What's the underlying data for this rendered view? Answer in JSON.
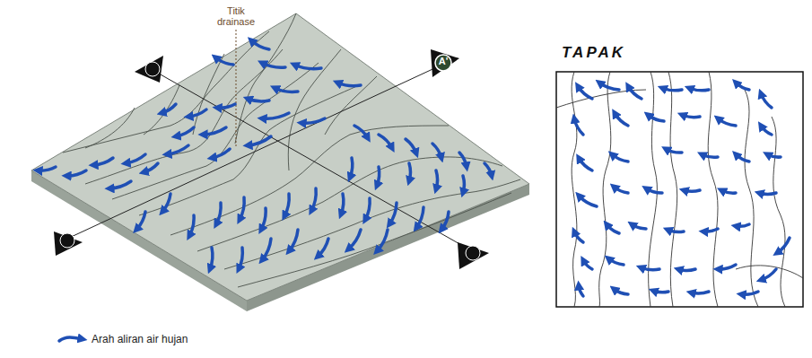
{
  "diagram": {
    "labels": [
      "Titik drainase",
      "A'",
      "TAPAK"
    ],
    "legend": [
      {
        "text": "Arah aliran air hujan"
      }
    ]
  }
}
